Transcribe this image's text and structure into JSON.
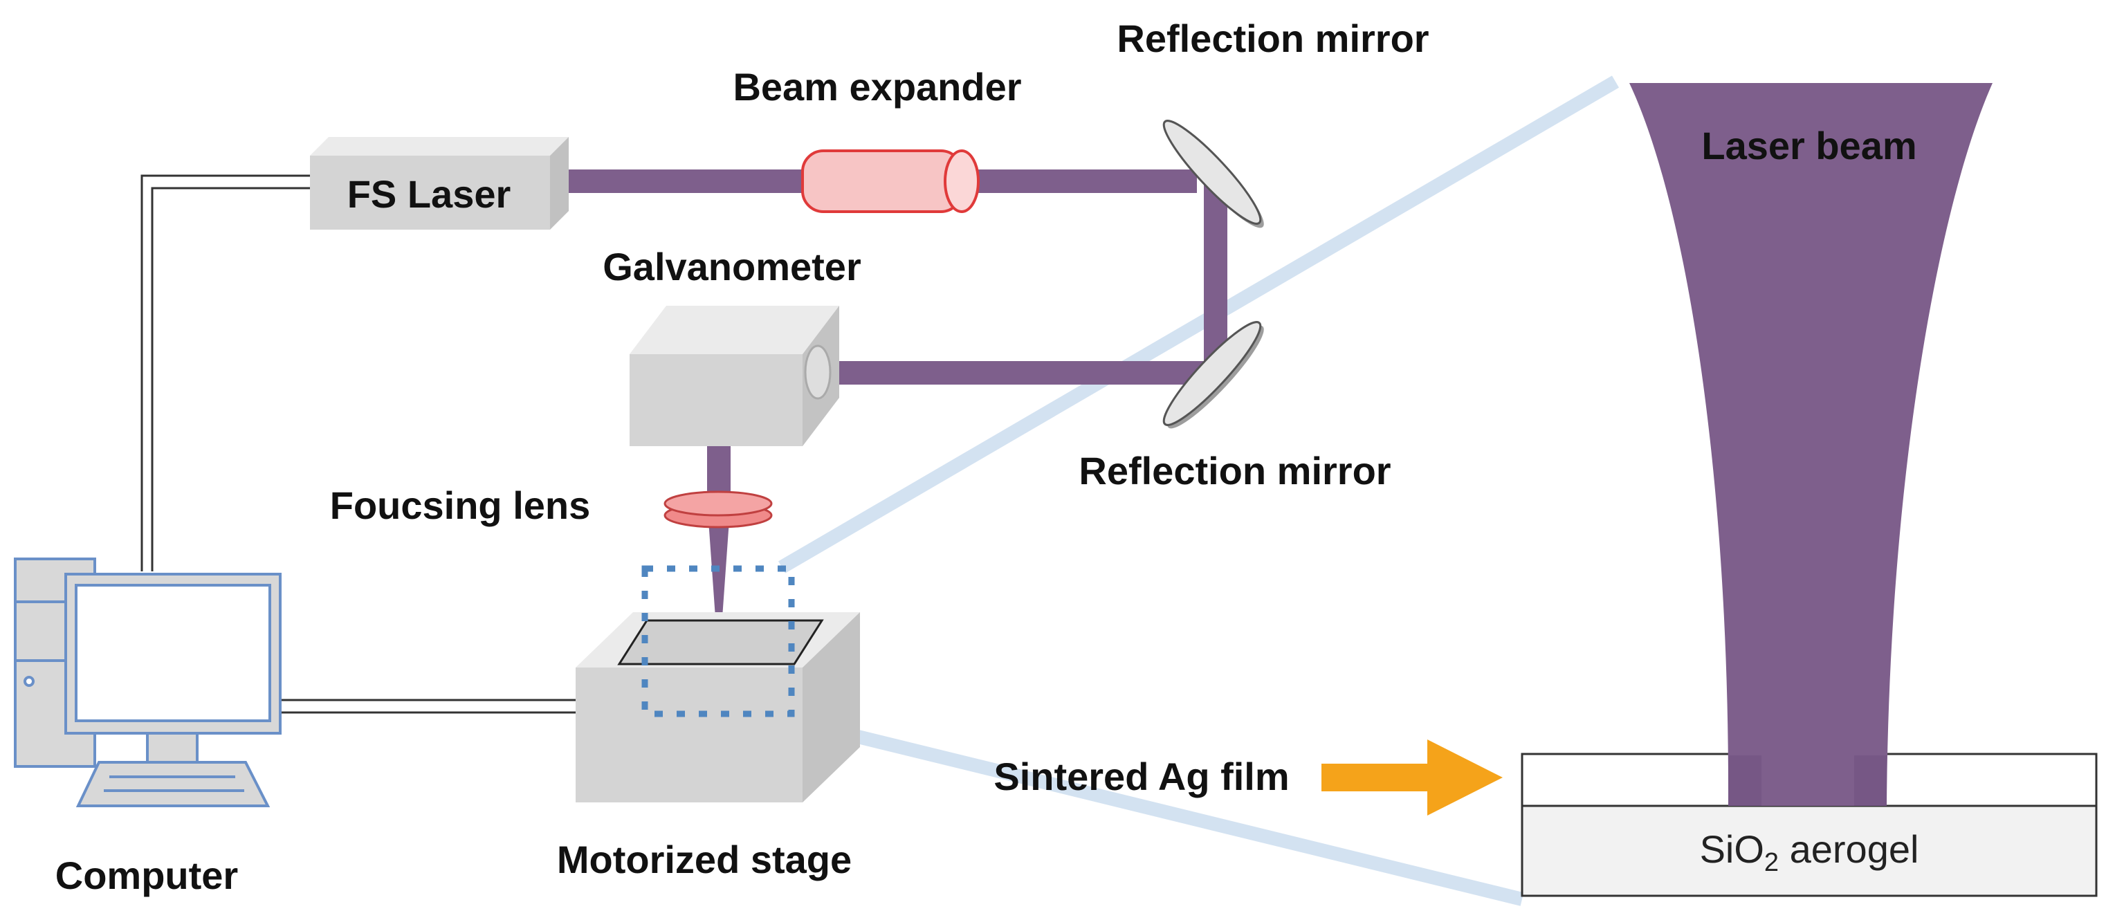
{
  "labels": {
    "fs_laser": "FS Laser",
    "beam_expander": "Beam expander",
    "reflection_mirror_top": "Reflection mirror",
    "reflection_mirror_bottom": "Reflection mirror",
    "galvanometer": "Galvanometer",
    "focusing_lens": "Foucsing lens",
    "computer": "Computer",
    "motorized_stage": "Motorized stage",
    "laser_beam": "Laser beam",
    "sintered_ag_film": "Sintered Ag film",
    "aerogel_prefix": "SiO",
    "aerogel_subscript": "2",
    "aerogel_suffix": " aerogel"
  },
  "colors": {
    "beam": "#7e5f8c",
    "expander": "#f7c5c5",
    "lens": "#f08a8a",
    "arrow": "#f5a31a",
    "zoom_lines": "#d3e2f1",
    "dotted_box": "#4f86c0",
    "computer_outline": "#6a90c8"
  }
}
